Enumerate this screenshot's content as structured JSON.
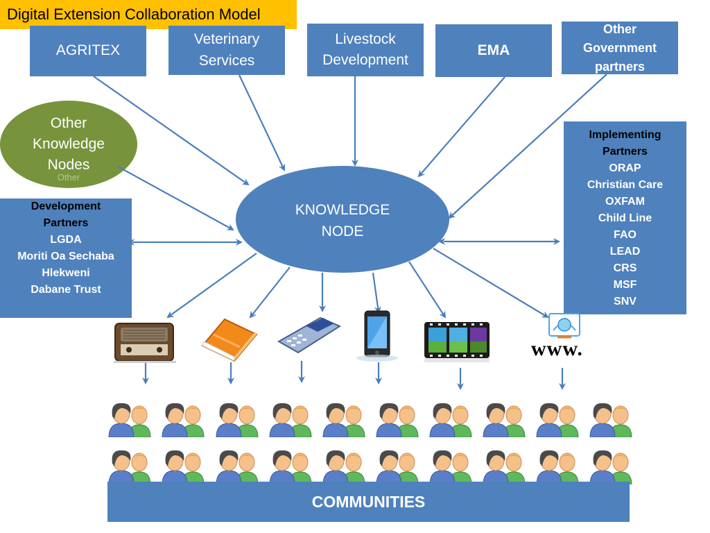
{
  "title": "Digital Extension Collaboration Model",
  "agencies": {
    "agritex": "AGRITEX",
    "vet_line1": "Veterinary",
    "vet_line2": "Services",
    "livestock_line1": "Livestock",
    "livestock_line2": "Development",
    "ema": "EMA",
    "other_gov_line1": "Other",
    "other_gov_line2": "Government",
    "other_gov_line3": "partners"
  },
  "other_nodes": {
    "line1": "Other",
    "line2": "Knowledge",
    "line3": "Nodes",
    "ghost": "Other"
  },
  "development_partners": {
    "heading_line1": "Development",
    "heading_line2": "Partners",
    "items": [
      "LGDA",
      "Moriti Oa Sechaba",
      "Hlekweni",
      "Dabane Trust"
    ]
  },
  "implementing_partners": {
    "heading_line1": "Implementing",
    "heading_line2": "Partners",
    "items": [
      "ORAP",
      "Christian Care",
      "OXFAM",
      "Child Line",
      "FAO",
      "LEAD",
      "CRS",
      "MSF",
      "SNV"
    ]
  },
  "knowledge_node": {
    "line1": "KNOWLEDGE",
    "line2": "NODE"
  },
  "channels": {
    "radio": "radio-icon",
    "book": "book-icon",
    "feature_phone": "mobile-phone-icon",
    "smartphone": "smartphone-icon",
    "video": "film-strip-icon",
    "web": "web-icon",
    "web_text": "www."
  },
  "communities": "COMMUNITIES",
  "colors": {
    "blue": "#4f81bd",
    "arrow": "#4a7ebb",
    "gold": "#ffc000",
    "green": "#77933c"
  }
}
